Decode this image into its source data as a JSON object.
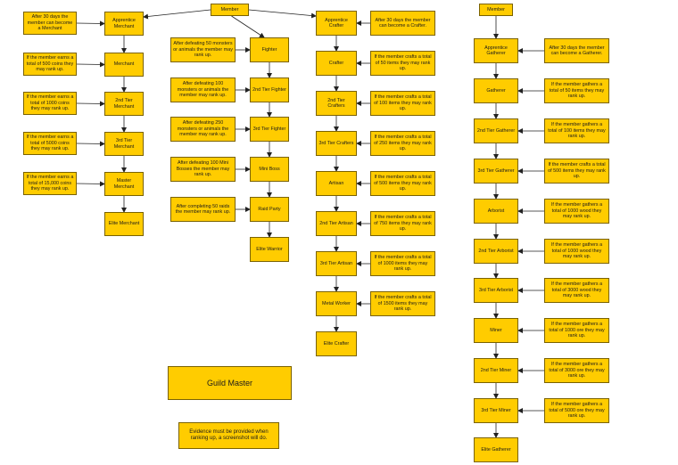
{
  "nodes": {
    "member_main": "Member",
    "member_gatherer": "Member",
    "guild_master": "Guild Master",
    "evidence": "Evidence must be provided when ranking up, a screenshot will do.",
    "merchant": {
      "apprentice": "Apprentice Merchant",
      "merchant": "Merchant",
      "tier2": "2nd Tier Merchant",
      "tier3": "3rd Tier Merchant",
      "master": "Master Merchant",
      "elite": "Elite Merchant",
      "req_apprentice": "After 30 days the member can become a Merchant",
      "req_merchant": "If the member earns a total of 500 coins they may rank up.",
      "req_tier2": "If the member earns a total of 1000 coins they may rank up.",
      "req_tier3": "If the member earns a total of 5000 coins they may rank up.",
      "req_master": "If the member earns a total of 15,000 coins they may rank up."
    },
    "fighter": {
      "fighter": "Fighter",
      "tier2": "2nd Tier Fighter",
      "tier3": "3rd Tier Fighter",
      "mini_boss": "Mini Boss",
      "raid_party": "Raid Party",
      "elite": "Elite Warrior",
      "req_fighter": "After defeating 50 monsters or animals the member may rank up.",
      "req_tier2": "After defeating 100 monsters or animals the member may rank up.",
      "req_tier3": "After defeating 250 monsters or animals the member may rank up.",
      "req_mini_boss": "After defeating 100 Mini Bosses the member may rank up.",
      "req_raid_party": "After completing 50 raids the member may rank up."
    },
    "crafter": {
      "apprentice": "Apprentice Crafter",
      "crafter": "Crafter",
      "tier2": "2nd Tier Crafters",
      "tier3": "3rd Tier Crafters",
      "artisan": "Artisan",
      "artisan2": "2nd Tier Artisan",
      "artisan3": "3rd Tier Artisan",
      "metal_worker": "Metal Worker",
      "elite": "Elite Crafter",
      "req_apprentice": "After 30 days the member can become a Crafter.",
      "req_crafter": "If the member crafts a total of 50 items they may rank up.",
      "req_tier2": "If the member crafts a total of 100 items they may rank up.",
      "req_tier3": "If the member crafts a total of 250 items they may rank up.",
      "req_artisan": "If the member crafts a total of 500 items they may rank up.",
      "req_artisan2": "If the member crafts a total of 750 items they may rank up.",
      "req_artisan3": "If the member crafts a total of 1000 items they may rank up.",
      "req_metal_worker": "If the member crafts a total of 1500 items they may rank up."
    },
    "gatherer": {
      "apprentice": "Apprentice Gatherer",
      "gatherer": "Gatherer",
      "tier2": "2nd Tier Gatherer",
      "tier3": "3rd Tier Gatherer",
      "arborist": "Arborist",
      "arborist2": "2nd Tier Arborist",
      "arborist3": "3rd Tier Arborist",
      "miner": "Miner",
      "miner2": "2nd Tier Miner",
      "miner3": "3rd Tier Miner",
      "elite": "Elite Gatherer",
      "req_apprentice": "After 30 days the member can become a Gatherer.",
      "req_gatherer": "If the member gathers a total of 50 items they may rank up.",
      "req_tier2": "If the member gathers a total of 100 items they may rank up.",
      "req_tier3": "If the member crafts a total of 500 items they may rank up.",
      "req_arborist": "If the member gathers a total of 1000 wood they may rank up.",
      "req_arborist2": "If the member gathers a total of 1000 wood they may rank up.",
      "req_arborist3": "If the member gathers a total of 3000 wood they may rank up.",
      "req_miner": "If the member gathers a total of 1000 ore they may rank up.",
      "req_miner2": "If the member gathers a total of 3000 ore they may rank up.",
      "req_miner3": "If the member gathers a total of 5000 ore they may rank up."
    }
  },
  "colors": {
    "box_fill": "#ffcc00",
    "box_border": "#7a6200",
    "connector": "#222222"
  }
}
